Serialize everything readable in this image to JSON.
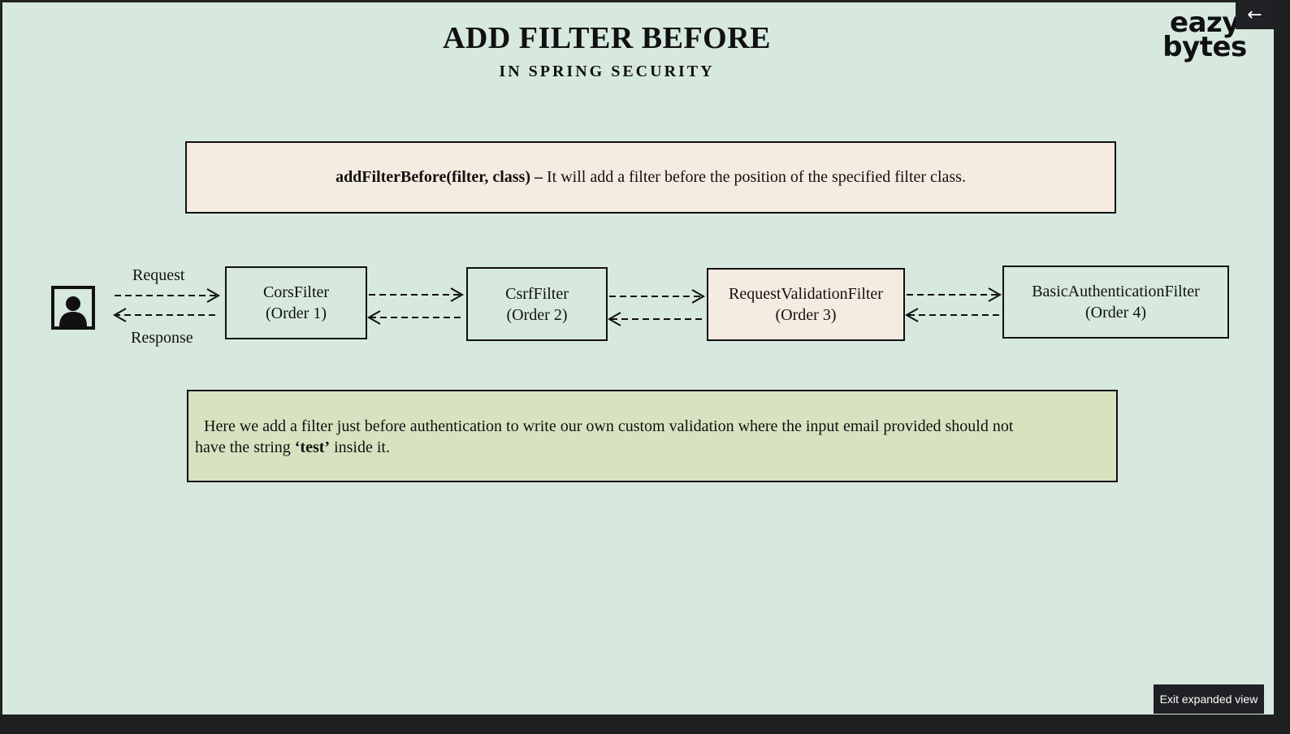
{
  "slide": {
    "title": "ADD FILTER BEFORE",
    "subtitle": "IN SPRING SECURITY",
    "logo": {
      "line1": "eazy",
      "line2": "bytes"
    }
  },
  "definition": {
    "method": "addFilterBefore(filter, class) –",
    "text": " It will add a filter before the position of  the specified filter class."
  },
  "flow": {
    "request_label": "Request",
    "response_label": "Response",
    "user_icon": "user-silhouette-icon",
    "filters": [
      {
        "name": "CorsFilter",
        "order": "(Order 1)"
      },
      {
        "name": "CsrfFilter",
        "order": "(Order 2)"
      },
      {
        "name": "RequestValidationFilter",
        "order": "(Order 3)",
        "highlight_color": "#f6ebe1"
      },
      {
        "name": "BasicAuthenticationFilter",
        "order": "(Order 4)"
      }
    ]
  },
  "note": {
    "part1": "Here we add a filter just before authentication to write our own custom validation where the input email provided should not",
    "part2": "have the string ",
    "bold": "‘test’",
    "part3": " inside it."
  },
  "controls": {
    "back_icon": "arrow-left-icon",
    "back_glyph": "←",
    "exit_label": "Exit expanded view"
  },
  "colors": {
    "background": "#d7e9de",
    "definition_box": "#f6ebe1",
    "note_box": "#d8e2c0"
  }
}
